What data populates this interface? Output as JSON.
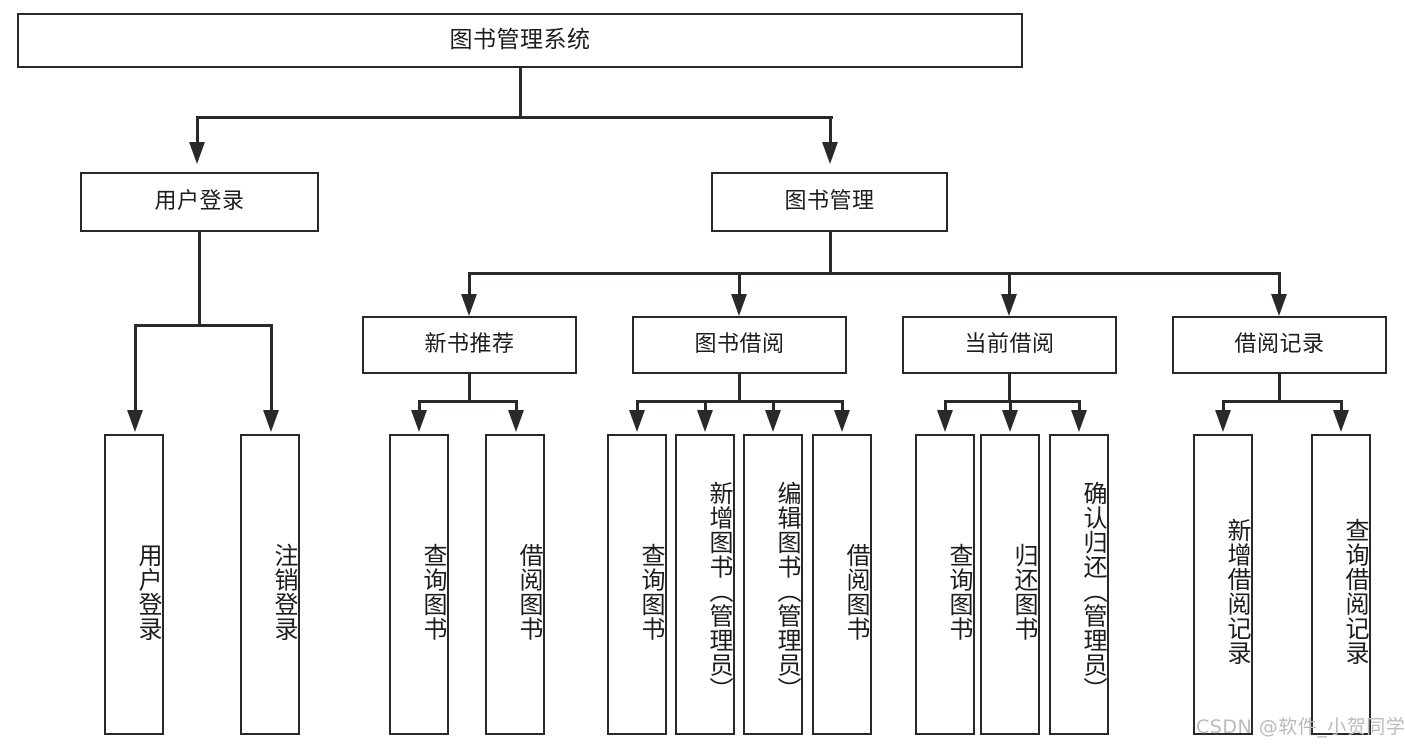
{
  "diagram": {
    "type": "tree",
    "title": "图书管理系统",
    "watermark": "CSDN @软件_小贺同学",
    "colors": {
      "stroke": "#27292b",
      "background": "#ffffff",
      "text": "#1b1d1f",
      "watermark": "#b9bbbd"
    },
    "nodes": {
      "root": {
        "label": "图书管理系统"
      },
      "level2": [
        {
          "label": "用户登录"
        },
        {
          "label": "图书管理"
        }
      ],
      "level3": [
        {
          "label": "新书推荐"
        },
        {
          "label": "图书借阅"
        },
        {
          "label": "当前借阅"
        },
        {
          "label": "借阅记录"
        }
      ],
      "leaves": {
        "user_login": [
          {
            "label": "用户登录"
          },
          {
            "label": "注销登录"
          }
        ],
        "new_book_recommend": [
          {
            "label": "查询图书"
          },
          {
            "label": "借阅图书"
          }
        ],
        "book_borrow": [
          {
            "label": "查询图书"
          },
          {
            "label": "新增图书（管理员）"
          },
          {
            "label": "编辑图书（管理员）"
          },
          {
            "label": "借阅图书"
          }
        ],
        "current_borrow": [
          {
            "label": "查询图书"
          },
          {
            "label": "归还图书"
          },
          {
            "label": "确认归还（管理员）"
          }
        ],
        "borrow_record": [
          {
            "label": "新增借阅记录"
          },
          {
            "label": "查询借阅记录"
          }
        ]
      }
    }
  }
}
